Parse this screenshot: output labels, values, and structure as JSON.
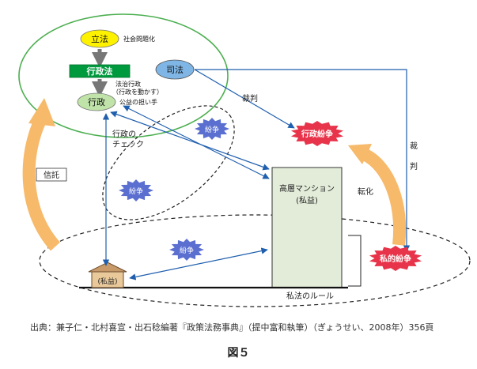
{
  "diagram": {
    "node_rippo": "立法",
    "note_social": "社会問題化",
    "node_gyoseiho": "行政法",
    "note_hochi_1": "法治行政",
    "note_hochi_2": "（行政を動かす）",
    "node_gyosei": "行政",
    "note_public": "公益の担い手",
    "node_shiho": "司法",
    "label_saiban_1": "裁判",
    "label_saiban_2_a": "裁",
    "label_saiban_2_b": "判",
    "label_check_1": "行政の",
    "label_check_2": "チェック",
    "label_shintaku": "信託",
    "dispute": "紛争",
    "node_gyosei_funso": "行政紛争",
    "node_shiteki_funso": "私的紛争",
    "label_tenka": "転化",
    "building_1": "高層マンション",
    "building_2": "(私益)",
    "house": "(私益)",
    "label_private_law": "私法のルール",
    "colors": {
      "green_ellipse": "#4caf50",
      "node_yellow": "#fff200",
      "node_green": "#009a3e",
      "node_lightgreen": "#bfe3a8",
      "node_blue": "#7fb6e6",
      "arrow_blue": "#1f5fae",
      "burst_blue": "#5b6fd0",
      "burst_red": "#e8344a",
      "big_arrow_orange": "#f7b96a",
      "building_fill": "#e3ecd9",
      "house_fill": "#e9c99a"
    }
  },
  "caption": "出典：兼子仁・北村喜宣・出石稔編著『政策法務事典』（提中富和執筆）（ぎょうせい、2008年）356頁",
  "figure_label": "図５"
}
